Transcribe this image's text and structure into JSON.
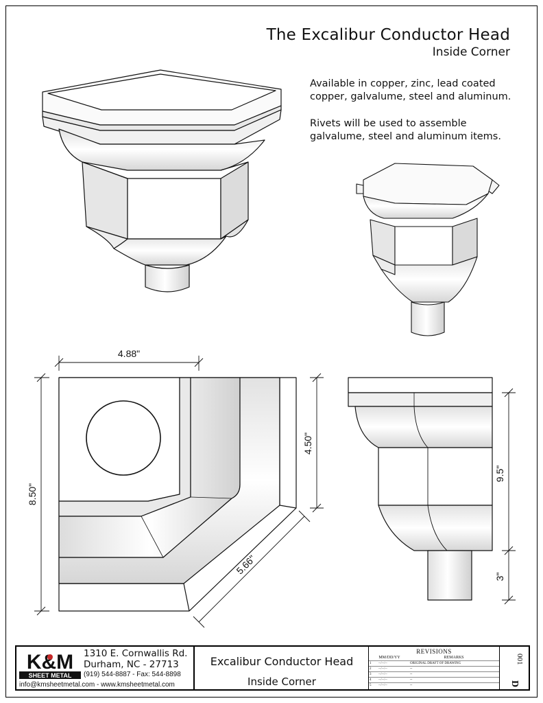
{
  "title": "The Excalibur Conductor Head",
  "subtitle": "Inside Corner",
  "notes": {
    "line1": "Available in copper, zinc, lead coated",
    "line2": "copper, galvalume, steel and aluminum.",
    "line3": "Rivets will be used to assemble",
    "line4": "galvalume, steel and aluminum items."
  },
  "dimensions": {
    "top_width": "4.88\"",
    "left_height": "8.50\"",
    "right_height": "4.50\"",
    "diagonal": "5.66\"",
    "side_height": "9.5\"",
    "outlet_height": "3\""
  },
  "title_block": {
    "logo_text": "K&M",
    "logo_sub": "SHEET METAL",
    "address1": "1310 E. Cornwallis Rd.",
    "address2": "Durham, NC - 27713",
    "phone": "(919) 544-8887 - Fax: 544-8898",
    "email": "info@kmsheetmetal.com - www.kmsheetmetal.com",
    "drawing_name": "Excalibur Conductor Head",
    "drawing_sub": "Inside Corner",
    "revisions_title": "REVISIONS",
    "rev_col1": "MM/DD/YY",
    "rev_col2": "REMARKS",
    "rev_rows": [
      {
        "n": "1",
        "date": "--/--/--",
        "remark": "ORIGINAL DRAFT OF DRAWING"
      },
      {
        "n": "2",
        "date": "--/--/--",
        "remark": "--"
      },
      {
        "n": "3",
        "date": "--/--/--",
        "remark": "--"
      },
      {
        "n": "4",
        "date": "--/--/--",
        "remark": "--"
      },
      {
        "n": "5",
        "date": "--/--/--",
        "remark": "--"
      }
    ],
    "sheet_number": "001",
    "sheet_letter": "D"
  },
  "colors": {
    "ink": "#111111",
    "face_light": "#f6f6f6",
    "face_shade": "#d8d8d8",
    "logo_red": "#c62828"
  }
}
